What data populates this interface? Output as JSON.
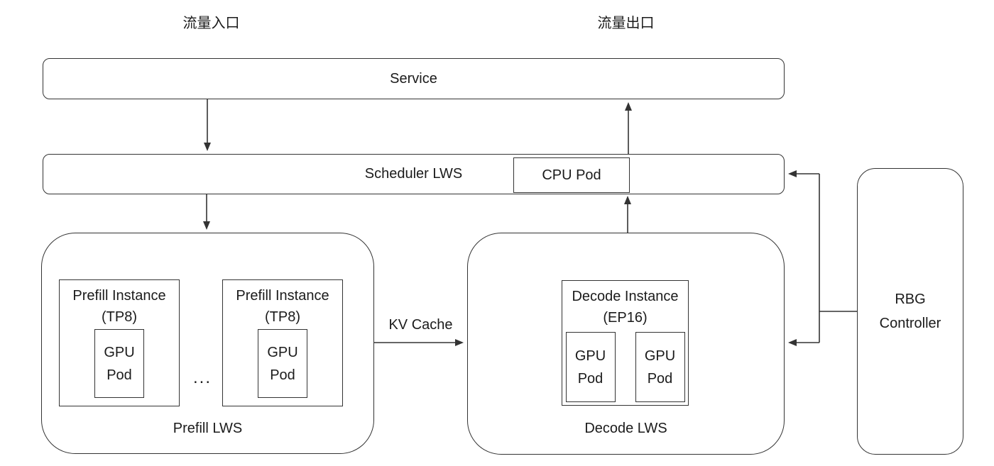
{
  "diagram": {
    "traffic_in": "流量入口",
    "traffic_out": "流量出口",
    "service": {
      "label": "Service"
    },
    "scheduler": {
      "label": "Scheduler LWS",
      "cpu_pod_label": "CPU Pod"
    },
    "prefill": {
      "label": "Prefill LWS",
      "ellipsis": "...",
      "instances": [
        {
          "title": "Prefill Instance",
          "subtitle": "(TP8)",
          "pod": {
            "line1": "GPU",
            "line2": "Pod"
          }
        },
        {
          "title": "Prefill Instance",
          "subtitle": "(TP8)",
          "pod": {
            "line1": "GPU",
            "line2": "Pod"
          }
        }
      ]
    },
    "kv_cache_label": "KV Cache",
    "decode": {
      "label": "Decode LWS",
      "instance": {
        "title": "Decode Instance",
        "subtitle": "(EP16)",
        "pods": [
          {
            "line1": "GPU",
            "line2": "Pod"
          },
          {
            "line1": "GPU",
            "line2": "Pod"
          }
        ]
      }
    },
    "rbg": {
      "line1": "RBG",
      "line2": "Controller"
    },
    "colors": {
      "line": "#333333",
      "text": "#1b1b1b",
      "background": "#ffffff"
    }
  }
}
